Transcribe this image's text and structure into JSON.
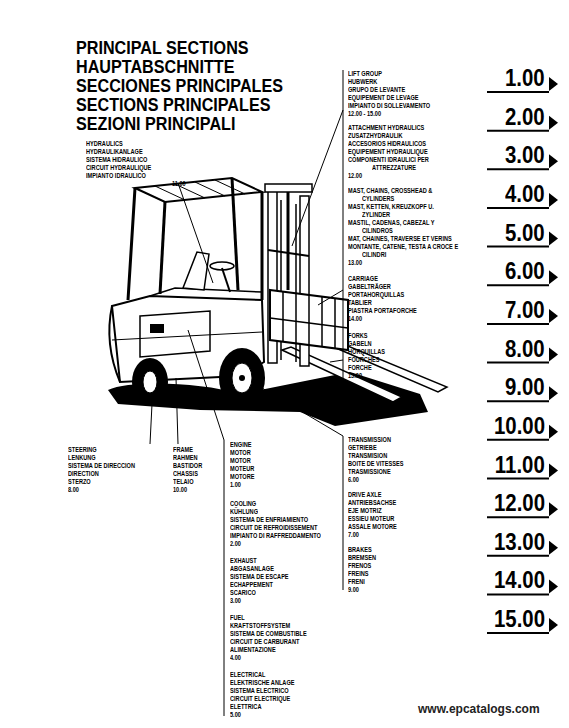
{
  "diagram": {
    "title": "PRINCIPAL SECTIONS HAUPTABSCHNITTE SECCIONES PRINCIPALES SECTIONS PRINCIPALES SEZIONI PRINCIPALI",
    "labels": [
      "HYDRAULICS",
      "HYDRAULIKANLAGE",
      "SISTEMA HIDRAULICO",
      "CIRCUIT HYDRAULIQUE",
      "IMPIANTO IDRAULICO",
      "11.00",
      "LIFT GROUP",
      "HUBWERK",
      "GRUPO DE LEVANTE",
      "EQUIPEMENT DE LEVAGE",
      "IMPIANTO DI SOLLEVAMENTO",
      "12.00 - 15.00",
      "ATTACHMENT HYDRAULICS",
      "ZUSATZHYDRAULIK",
      "ACCESORIOS HIDRAULICOS",
      "EQUIPEMENT HYDRAULIQUE",
      "COMPONENTI IDRAULICI PER",
      "ATTREZZATURE",
      "12.00",
      "MAST, CHAINS, CROSSHEAD &",
      "CYLINDERS",
      "MAST, KETTEN, KREUZKOPF U.",
      "ZYLINDER",
      "MASTIL, CADENAS, CABEZAL Y",
      "CILINDROS",
      "MAT, CHAINES, TRAVERSE ET VERINS",
      "MONTANTE, CATENE, TESTA A CROCE E",
      "CILINDRI",
      "13.00",
      "CARRIAGE",
      "GABELTRÄGER",
      "PORTAHORQUILLAS",
      "TABLIER",
      "PIASTRA PORTAFORCHE",
      "14.00",
      "FORKS",
      "GABELN",
      "HORQUILLAS",
      "FOURCHES",
      "FORCHE",
      "15.00",
      "STEERING",
      "LENKUNG",
      "SISTEMA DE DIRECCION",
      "DIRECTION",
      "STERZO",
      "8.00",
      "FRAME",
      "RAHMEN",
      "BASTIDOR",
      "CHASSIS",
      "TELAIO",
      "10.00",
      "ENGINE",
      "MOTOR",
      "MOTOR",
      "MOTEUR",
      "MOTORE",
      "1.00",
      "COOLING",
      "KÜHLUNG",
      "SISTEMA DE ENFRIAMIENTO",
      "CIRCUIT DE REFROIDISSEMENT",
      "IMPIANTO DI RAFFREDDAMENTO",
      "2.00",
      "EXHAUST",
      "ABGASANLAGE",
      "SISTEMA DE ESCAPE",
      "ECHAPPEMENT",
      "SCARICO",
      "3.00",
      "FUEL",
      "KRAFTSTOFFSYSTEM",
      "SISTEMA DE COMBUSTIBLE",
      "CIRCUIT DE CARBURANT",
      "ALIMENTAZIONE",
      "4.00",
      "ELECTRICAL",
      "ELEKTRISCHE ANLAGE",
      "SISTEMA ELECTRICO",
      "CIRCUIT ELECTRIQUE",
      "ELETTRICA",
      "5.00",
      "TRANSMISSION",
      "GETRIEBE",
      "TRANSMISION",
      "BOITE DE VITESSES",
      "TRASMISSIONE",
      "6.00",
      "DRIVE AXLE",
      "ANTRIEBSACHSE",
      "EJE MOTRIZ",
      "ESSIEU MOTEUR",
      "ASSALE MOTORE",
      "7.00",
      "BRAKES",
      "BREMSEN",
      "FRENOS",
      "FREINS",
      "FRENI",
      "9.00",
      "1.00",
      "2.00",
      "3.00",
      "4.00",
      "5.00",
      "6.00",
      "7.00",
      "8.00",
      "9.00",
      "10.00",
      "11.00",
      "12.00",
      "13.00",
      "14.00",
      "15.00",
      "www.epcatalogs.com"
    ]
  }
}
